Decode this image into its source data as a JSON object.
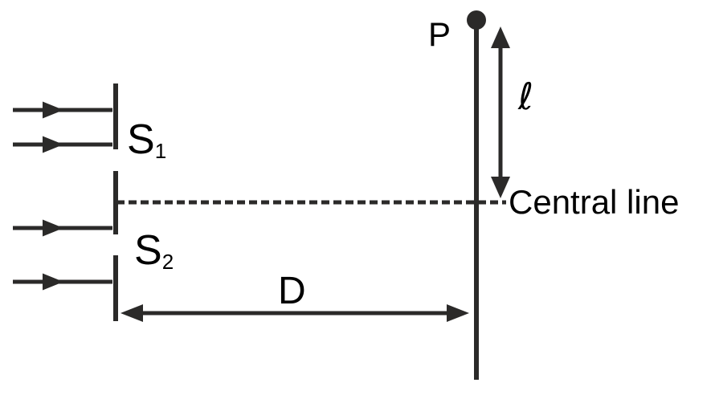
{
  "labels": {
    "point": "P",
    "slit1": {
      "base": "S",
      "sub": "1"
    },
    "slit2": {
      "base": "S",
      "sub": "2"
    },
    "distance_D": "D",
    "distance_l": "ℓ",
    "central_line": "Central line"
  },
  "colors": {
    "ink": "#2b2a29",
    "text": "#000000",
    "background": "#ffffff"
  }
}
